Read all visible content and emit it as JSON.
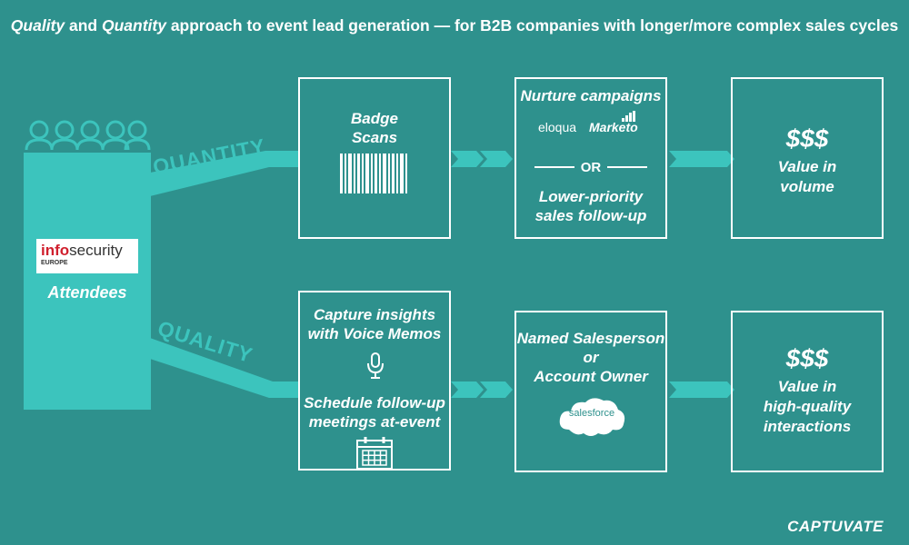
{
  "title": {
    "quality": "Quality",
    "and": " and ",
    "quantity": "Quantity",
    "rest": " approach to event lead generation — for B2B companies with longer/more complex sales cycles"
  },
  "source": {
    "logo_red": "info",
    "logo_dark": "security",
    "logo_sub": "EUROPE",
    "label": "Attendees"
  },
  "paths": {
    "quantity_label": "QUANTITY",
    "quality_label": "QUALITY"
  },
  "top_row": {
    "badge_title_1": "Badge",
    "badge_title_2": "Scans",
    "nurture_title": "Nurture campaigns",
    "eloqua": "eloqua",
    "marketo": "Marketo",
    "or": "OR",
    "lower_1": "Lower-priority",
    "lower_2": "sales follow-up",
    "value_dollars": "$$$",
    "value_1": "Value in",
    "value_2": "volume"
  },
  "bottom_row": {
    "capture_1": "Capture insights",
    "capture_2": "with Voice Memos",
    "schedule_1": "Schedule follow-up",
    "schedule_2": "meetings at-event",
    "named_1": "Named Salesperson",
    "named_2": "or",
    "named_3": "Account Owner",
    "salesforce": "salesforce",
    "value_dollars": "$$$",
    "value_1": "Value in",
    "value_2": "high-quality",
    "value_3": "interactions"
  },
  "brand": "CAPTUVATE",
  "colors": {
    "background": "#2e918d",
    "accent": "#3cc4bd",
    "logo_red": "#d0202e"
  }
}
